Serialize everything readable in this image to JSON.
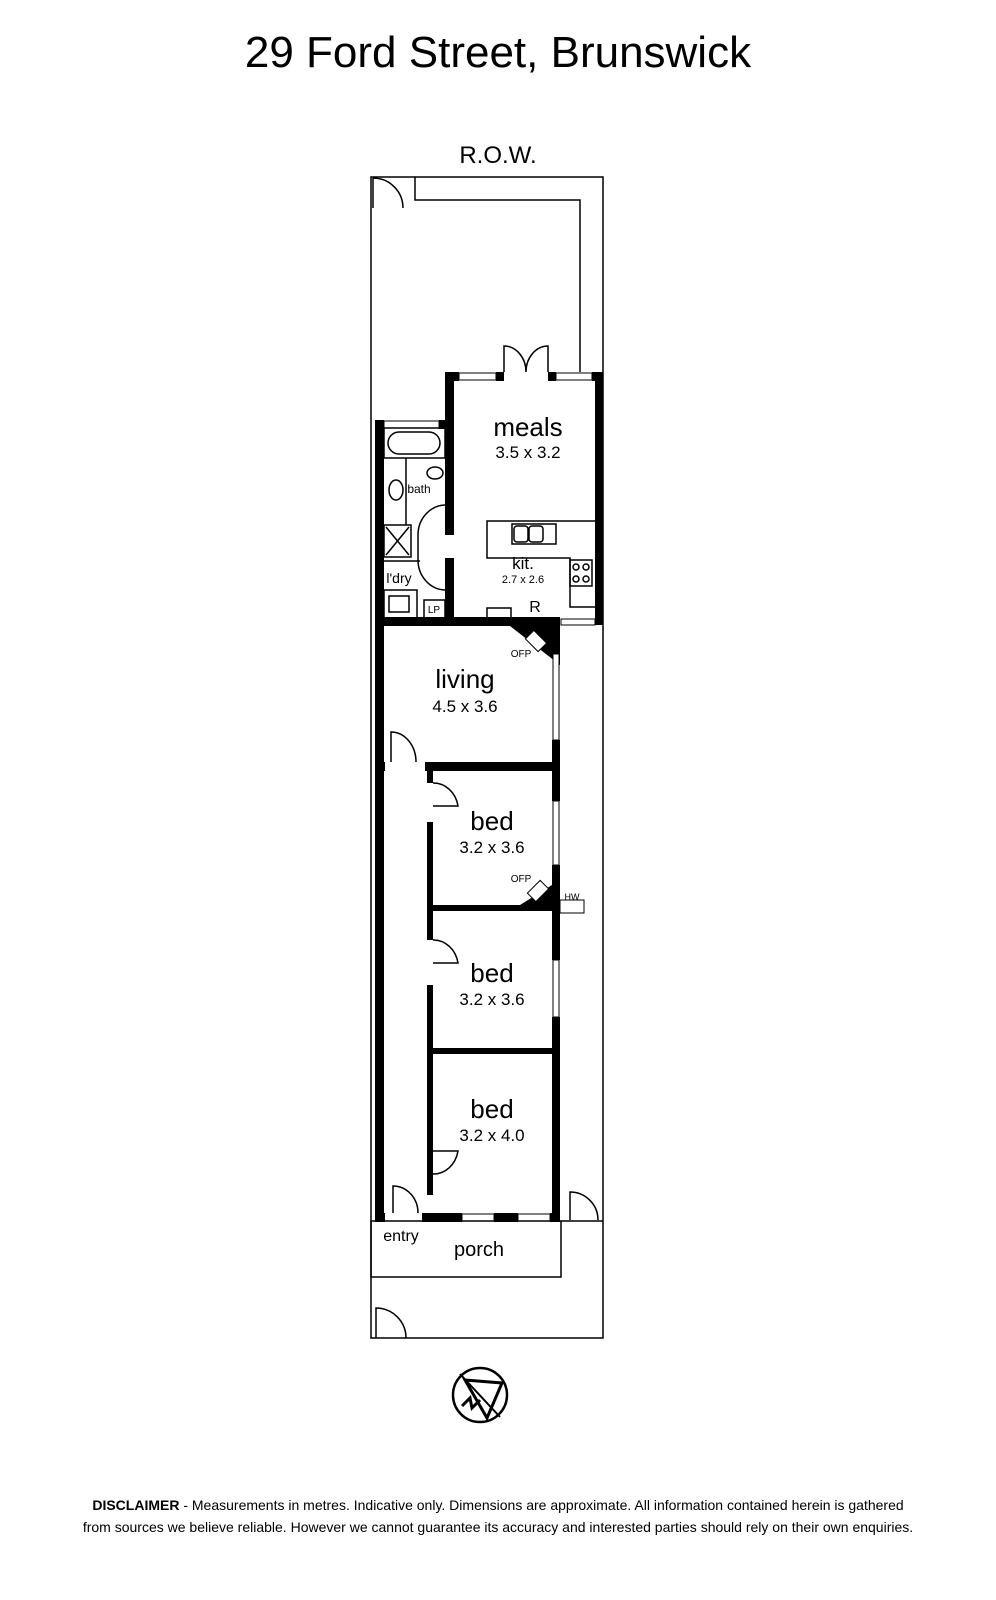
{
  "title": "29 Ford Street, Brunswick",
  "boundary_label": "R.O.W.",
  "rooms": {
    "meals": {
      "name": "meals",
      "dims": "3.5 x 3.2"
    },
    "kitchen": {
      "name": "kit.",
      "dims": "2.7 x 2.6"
    },
    "bath": {
      "name": "bath"
    },
    "laundry": {
      "name": "l'dry"
    },
    "lp": {
      "name": "LP"
    },
    "fridge": {
      "name": "R"
    },
    "living": {
      "name": "living",
      "dims": "4.5 x 3.6"
    },
    "ofp1": {
      "name": "OFP"
    },
    "bed1": {
      "name": "bed",
      "dims": "3.2 x 3.6"
    },
    "ofp2": {
      "name": "OFP"
    },
    "hw": {
      "name": "HW"
    },
    "bed2": {
      "name": "bed",
      "dims": "3.2 x 3.6"
    },
    "bed3": {
      "name": "bed",
      "dims": "3.2 x 4.0"
    },
    "entry": {
      "name": "entry"
    },
    "porch": {
      "name": "porch"
    }
  },
  "disclaimer": {
    "label": "DISCLAIMER",
    "line1": " - Measurements in metres. Indicative only. Dimensions are approximate. All information contained herein is gathered",
    "line2": "from sources we believe reliable. However we cannot guarantee its accuracy and interested parties should rely on their own enquiries."
  }
}
